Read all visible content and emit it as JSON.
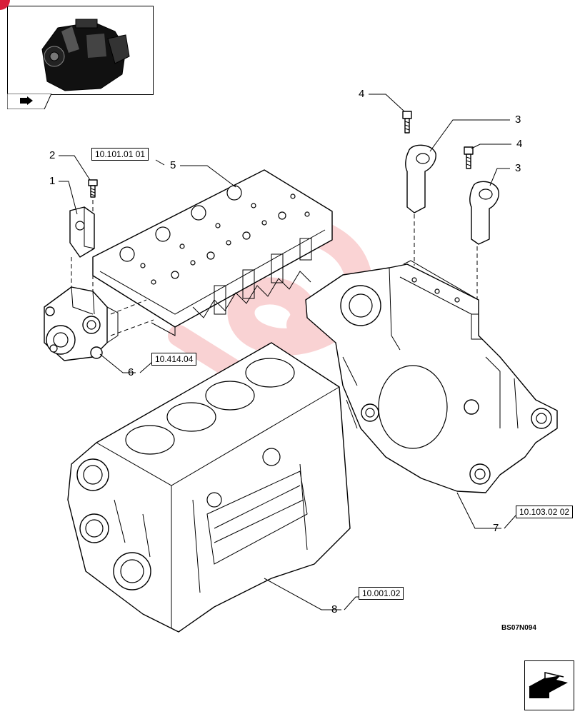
{
  "refs": {
    "r1": "10.101.01 01",
    "r2": "10.414.04",
    "r3": "10.103.02 02",
    "r4": "10.001.02"
  },
  "callouts": {
    "c1": "1",
    "c2": "2",
    "c3a": "3",
    "c3b": "3",
    "c4a": "4",
    "c4b": "4",
    "c5": "5",
    "c6": "6",
    "c7": "7",
    "c8": "8"
  },
  "drawing_code": "BS07N094",
  "icons": {
    "thumbnail": "engine-thumbnail-icon",
    "nav": "next-page-arrow-icon",
    "watermark": "brand-watermark-icon"
  },
  "colors": {
    "line": "#000000",
    "watermark": "#e8363b"
  }
}
